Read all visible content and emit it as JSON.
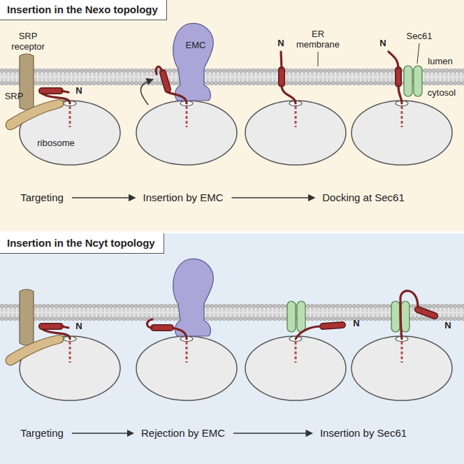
{
  "diagram": {
    "nodes": [
      {
        "text": [
          "Insertion in the Nexo topology"
        ]
      },
      {
        "text": [
          "Insertion in the Ncyt topology"
        ]
      }
    ],
    "labels": [
      "SRP receptor",
      "SRP",
      "N",
      "ribosome",
      "EMC",
      "ER membrane",
      "lumen",
      "cytosol",
      "N",
      "Sec61",
      "N",
      "Targeting",
      "Insertion by EMC",
      "Docking at Sec61",
      "N",
      "N",
      "N",
      "Targeting",
      "Rejection by EMC",
      "Insertion by Sec61"
    ]
  }
}
